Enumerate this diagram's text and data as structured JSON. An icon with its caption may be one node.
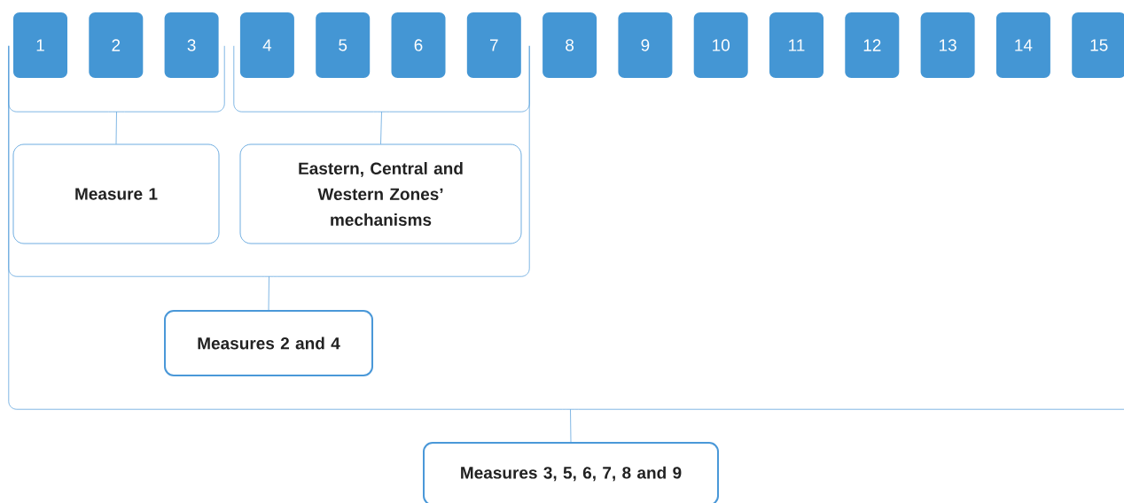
{
  "diagram": {
    "nodes": [
      {
        "text": [
          "1"
        ]
      },
      {
        "text": [
          "2"
        ]
      },
      {
        "text": [
          "3"
        ]
      },
      {
        "text": [
          "4"
        ]
      },
      {
        "text": [
          "5"
        ]
      },
      {
        "text": [
          "6"
        ]
      },
      {
        "text": [
          "7"
        ]
      },
      {
        "text": [
          "8"
        ]
      },
      {
        "text": [
          "9"
        ]
      },
      {
        "text": [
          "10"
        ]
      },
      {
        "text": [
          "11"
        ]
      },
      {
        "text": [
          "12"
        ]
      },
      {
        "text": [
          "13"
        ]
      },
      {
        "text": [
          "14"
        ]
      },
      {
        "text": [
          "15"
        ]
      },
      {
        "text": [
          "Measure 1"
        ],
        "in": 21
      },
      {
        "text": [
          "Eastern, Central and Western Zones’ mechanisms"
        ],
        "in": 21
      },
      {
        "text": [
          "Measures 2 and 4"
        ],
        "in": 22
      },
      {
        "text": [
          "Measures 3, 5, 6, 7, 8 and 9"
        ]
      },
      {
        "text": [],
        "shape": "bracket",
        "in": 21
      },
      {
        "text": [],
        "shape": "bracket",
        "in": 21
      },
      {
        "text": [],
        "shape": "bracket",
        "in": 22
      },
      {
        "text": [],
        "shape": "bracket"
      }
    ],
    "edges": [
      {
        "from": 19,
        "to": 15,
        "arrow": "none"
      },
      {
        "from": 20,
        "to": 16,
        "arrow": "none"
      },
      {
        "from": 21,
        "to": 17,
        "arrow": "none"
      },
      {
        "from": 22,
        "to": 18,
        "arrow": "none"
      }
    ]
  }
}
